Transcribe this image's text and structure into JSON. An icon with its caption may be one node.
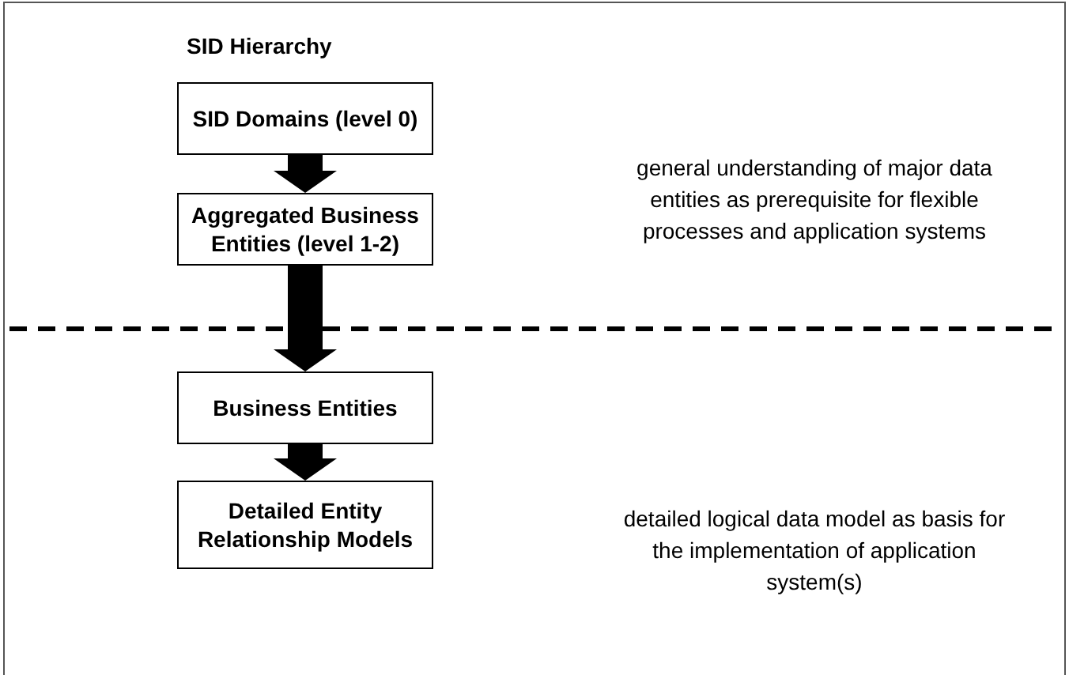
{
  "diagram": {
    "title": "SID Hierarchy",
    "nodes": [
      {
        "text": [
          "SID Domains (level 0)"
        ]
      },
      {
        "text": [
          "Aggregated Business Entities (level 1-2)"
        ]
      },
      {
        "text": [
          "Business Entities"
        ]
      },
      {
        "text": [
          "Detailed Entity Relationship Models"
        ]
      }
    ],
    "edges": [
      {
        "from": 0,
        "to": 1,
        "arrow": "to"
      },
      {
        "from": 1,
        "to": 2,
        "arrow": "to"
      },
      {
        "from": 2,
        "to": 3,
        "arrow": "to"
      }
    ],
    "labels": [
      "general understanding of major data entities as prerequisite for flexible processes and application systems",
      "detailed logical data model as basis for the implementation of application system(s)"
    ]
  }
}
